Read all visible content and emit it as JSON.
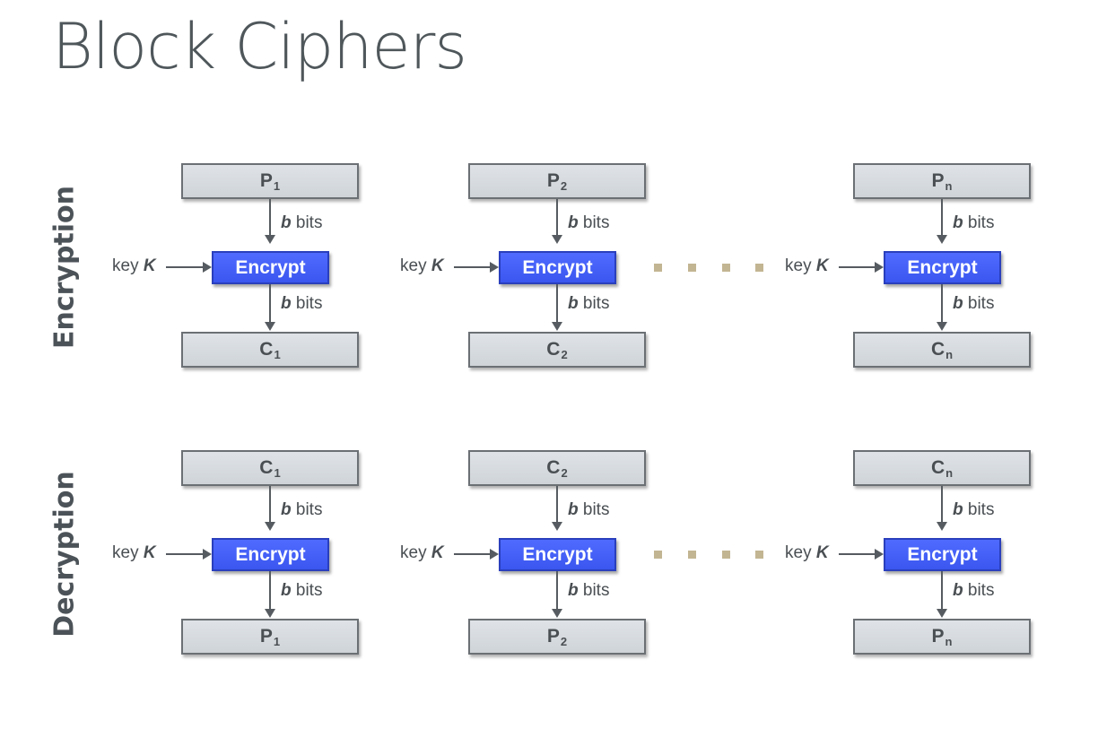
{
  "title": "Block Ciphers",
  "labels": {
    "encryption": "Encryption",
    "decryption": "Decryption",
    "encrypt_box": "Encrypt",
    "bits_var": "b",
    "bits_word": "bits",
    "key_word": "key",
    "key_var": "K"
  },
  "encryption_rows": {
    "inputs": [
      {
        "letter": "P",
        "sub": "1"
      },
      {
        "letter": "P",
        "sub": "2"
      },
      {
        "letter": "P",
        "sub": "n"
      }
    ],
    "outputs": [
      {
        "letter": "C",
        "sub": "1"
      },
      {
        "letter": "C",
        "sub": "2"
      },
      {
        "letter": "C",
        "sub": "n"
      }
    ]
  },
  "decryption_rows": {
    "inputs": [
      {
        "letter": "C",
        "sub": "1"
      },
      {
        "letter": "C",
        "sub": "2"
      },
      {
        "letter": "C",
        "sub": "n"
      }
    ],
    "outputs": [
      {
        "letter": "P",
        "sub": "1"
      },
      {
        "letter": "P",
        "sub": "2"
      },
      {
        "letter": "P",
        "sub": "n"
      }
    ]
  },
  "colors": {
    "encrypt_fill": "#3f5cf5",
    "block_fill": "#d8dde1",
    "ellipsis_dots": "#c2b592"
  }
}
